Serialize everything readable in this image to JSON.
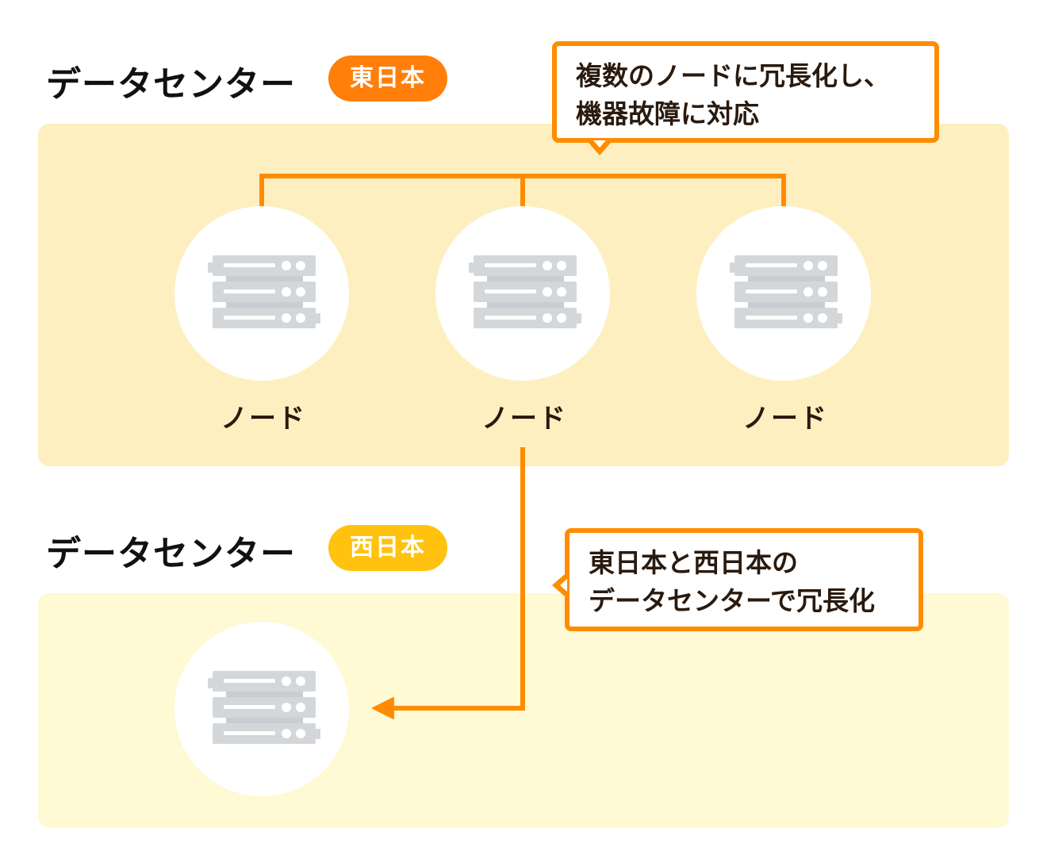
{
  "colors": {
    "accent_orange": "#FF8C00",
    "badge_east": "#FF7F0A",
    "badge_west": "#FFC20E",
    "panel_east_bg": "#FEEFC0",
    "panel_west_bg": "#FFF9D4",
    "server_gray": "#D4D7DA"
  },
  "east": {
    "heading": "データセンター",
    "badge": "東日本",
    "nodes": [
      {
        "label": "ノード",
        "icon": "server-rack-icon"
      },
      {
        "label": "ノード",
        "icon": "server-rack-icon"
      },
      {
        "label": "ノード",
        "icon": "server-rack-icon"
      }
    ],
    "callout": {
      "lines": [
        "複数のノードに冗長化し、",
        "機器故障に対応"
      ]
    }
  },
  "west": {
    "heading": "データセンター",
    "badge": "西日本",
    "nodes": [
      {
        "label": "",
        "icon": "server-rack-icon"
      }
    ],
    "callout": {
      "lines": [
        "東日本と西日本の",
        "データセンターで冗長化"
      ]
    }
  }
}
